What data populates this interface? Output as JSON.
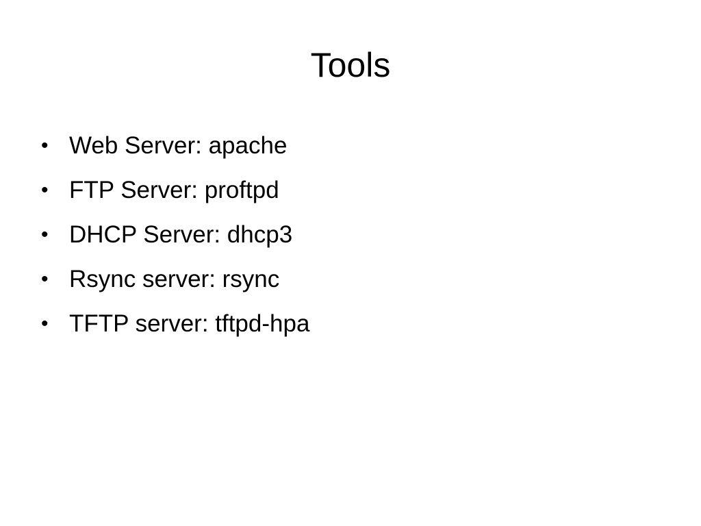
{
  "slide": {
    "title": "Tools",
    "bullet_glyph": "•",
    "items": [
      "Web Server: apache",
      "FTP Server: proftpd",
      "DHCP Server: dhcp3",
      "Rsync server: rsync",
      "TFTP server: tftpd-hpa"
    ]
  }
}
